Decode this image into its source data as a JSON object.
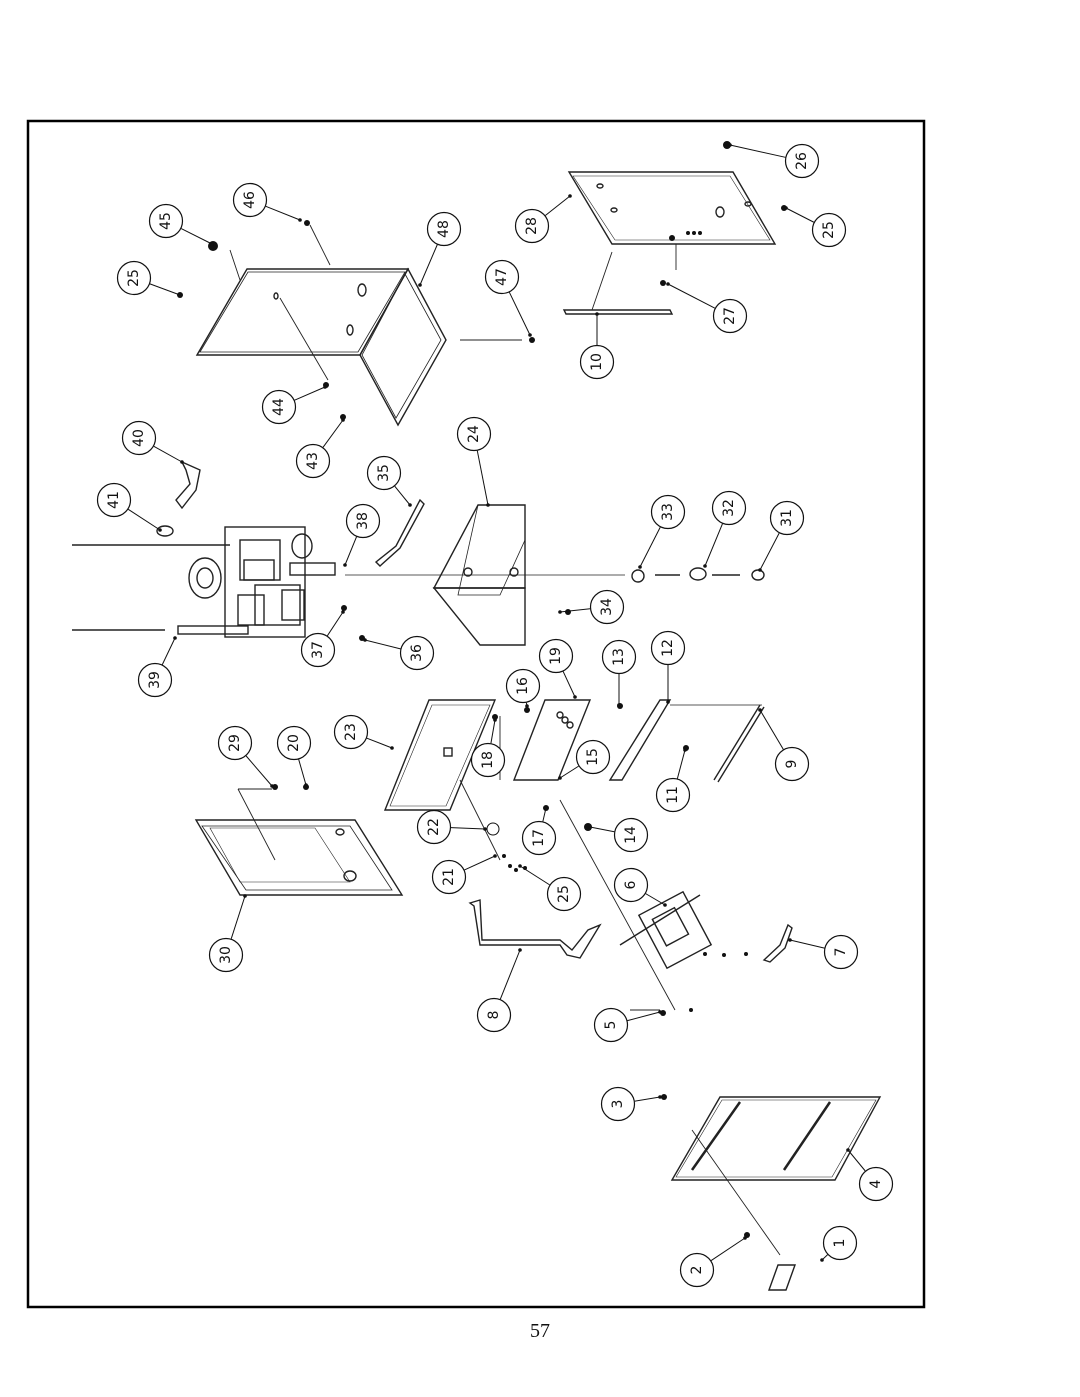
{
  "page": {
    "number": "57"
  },
  "diagram": {
    "type": "exploded-parts-diagram",
    "callouts": [
      "1",
      "2",
      "3",
      "4",
      "5",
      "6",
      "7",
      "8",
      "9",
      "10",
      "11",
      "12",
      "13",
      "14",
      "15",
      "16",
      "17",
      "18",
      "19",
      "20",
      "21",
      "22",
      "23",
      "24",
      "25",
      "26",
      "27",
      "28",
      "29",
      "30",
      "31",
      "32",
      "33",
      "34",
      "35",
      "36",
      "37",
      "38",
      "39",
      "40",
      "41",
      "43",
      "44",
      "45",
      "46",
      "47",
      "48"
    ]
  }
}
